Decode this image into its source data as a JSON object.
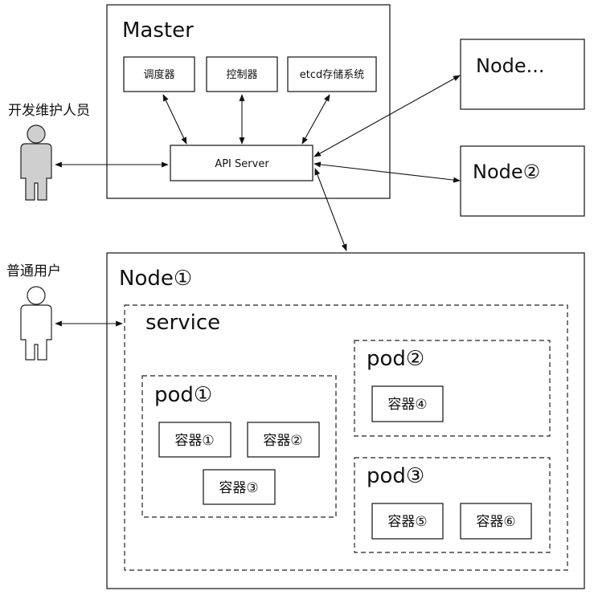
{
  "master": {
    "title": "Master",
    "components": [
      "调度器",
      "控制器",
      "etcd存储系统"
    ],
    "api_server": "API Server"
  },
  "nodes": {
    "node_more": "Node...",
    "node2": "Node②",
    "node1": "Node①"
  },
  "actors": {
    "developer": "开发维护人员",
    "user": "普通用户"
  },
  "service": {
    "label": "service",
    "pods": [
      {
        "label": "pod①",
        "containers": [
          "容器①",
          "容器②",
          "容器③"
        ]
      },
      {
        "label": "pod②",
        "containers": [
          "容器④"
        ]
      },
      {
        "label": "pod③",
        "containers": [
          "容器⑤",
          "容器⑥"
        ]
      }
    ]
  }
}
